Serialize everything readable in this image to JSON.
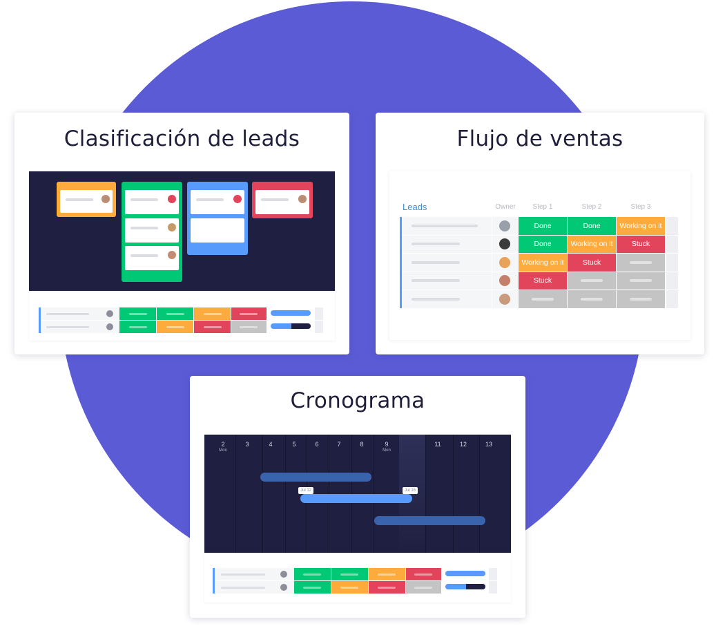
{
  "cards": {
    "lead_classification": {
      "title": "Clasificación de leads"
    },
    "sales_flow": {
      "title": "Flujo de ventas",
      "group_name": "Leads",
      "columns": [
        "Owner",
        "Step 1",
        "Step 2",
        "Step 3"
      ],
      "rows": [
        {
          "cells": [
            "Done",
            "Done",
            "Working on it"
          ]
        },
        {
          "cells": [
            "Done",
            "Working on it",
            "Stuck"
          ]
        },
        {
          "cells": [
            "Working on it",
            "Stuck",
            ""
          ]
        },
        {
          "cells": [
            "Stuck",
            "",
            ""
          ]
        },
        {
          "cells": [
            "",
            "",
            ""
          ]
        }
      ]
    },
    "timeline": {
      "title": "Cronograma",
      "days": [
        {
          "num": "2",
          "sub": "Mon"
        },
        {
          "num": "3",
          "sub": ""
        },
        {
          "num": "4",
          "sub": ""
        },
        {
          "num": "5",
          "sub": ""
        },
        {
          "num": "6",
          "sub": ""
        },
        {
          "num": "7",
          "sub": ""
        },
        {
          "num": "8",
          "sub": ""
        },
        {
          "num": "9",
          "sub": "Mon"
        },
        {
          "num": "",
          "sub": ""
        },
        {
          "num": "11",
          "sub": ""
        },
        {
          "num": "12",
          "sub": ""
        },
        {
          "num": "13",
          "sub": ""
        }
      ],
      "tag_start": "Jul 12",
      "tag_end": "Jul 16"
    }
  },
  "colors": {
    "background_circle": "#5b5bd6",
    "done": "#00c875",
    "working": "#fdab3d",
    "stuck": "#e2445c",
    "empty": "#c4c4c4",
    "accent_blue": "#579bfc",
    "dark_panel": "#1f2041"
  }
}
